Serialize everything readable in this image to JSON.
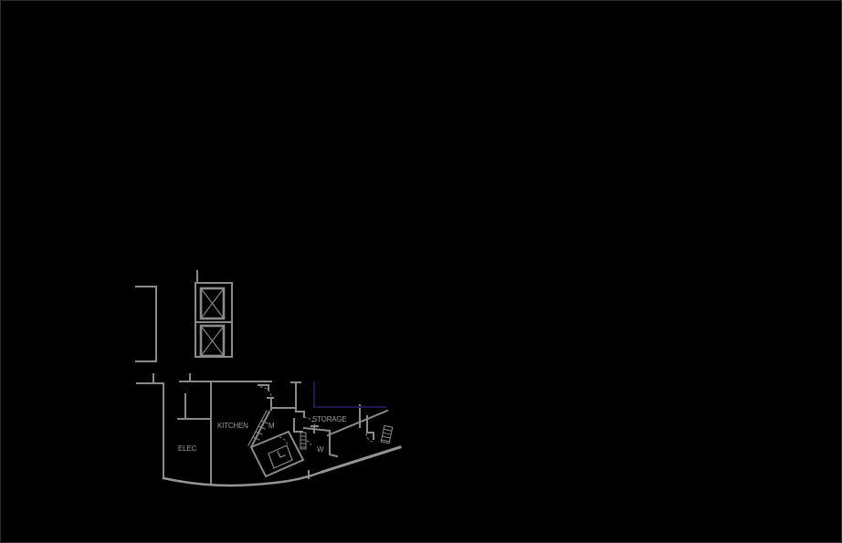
{
  "window": {
    "background": "#000000",
    "border_color": "#2e2e2e"
  },
  "floorplan": {
    "type": "architectural-floor-plan-fragment",
    "line_color": "#8a8a8a",
    "thick_line_color": "#949494",
    "accent_line_color": "#1b1b4e",
    "label_color": "#9c9c9c",
    "labels": {
      "elec": "ELEC",
      "kitchen": "KITCHEN",
      "mens_restroom": "M",
      "womens_restroom": "W",
      "storage": "STORAGE"
    }
  }
}
